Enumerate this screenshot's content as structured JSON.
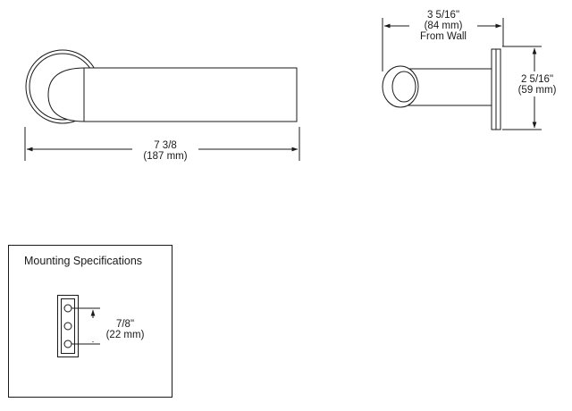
{
  "front_view": {
    "length_dim_fraction": "7 3/8",
    "length_dim_metric": "(187 mm)"
  },
  "side_view": {
    "projection_dim_fraction": "3 5/16\"",
    "projection_dim_metric": "(84 mm)",
    "projection_dim_note": "From Wall",
    "rose_dim_fraction": "2 5/16\"",
    "rose_dim_metric": "(59 mm)"
  },
  "mounting": {
    "title": "Mounting Specifications",
    "hole_spacing_fraction": "7/8\"",
    "hole_spacing_metric": "(22 mm)"
  }
}
